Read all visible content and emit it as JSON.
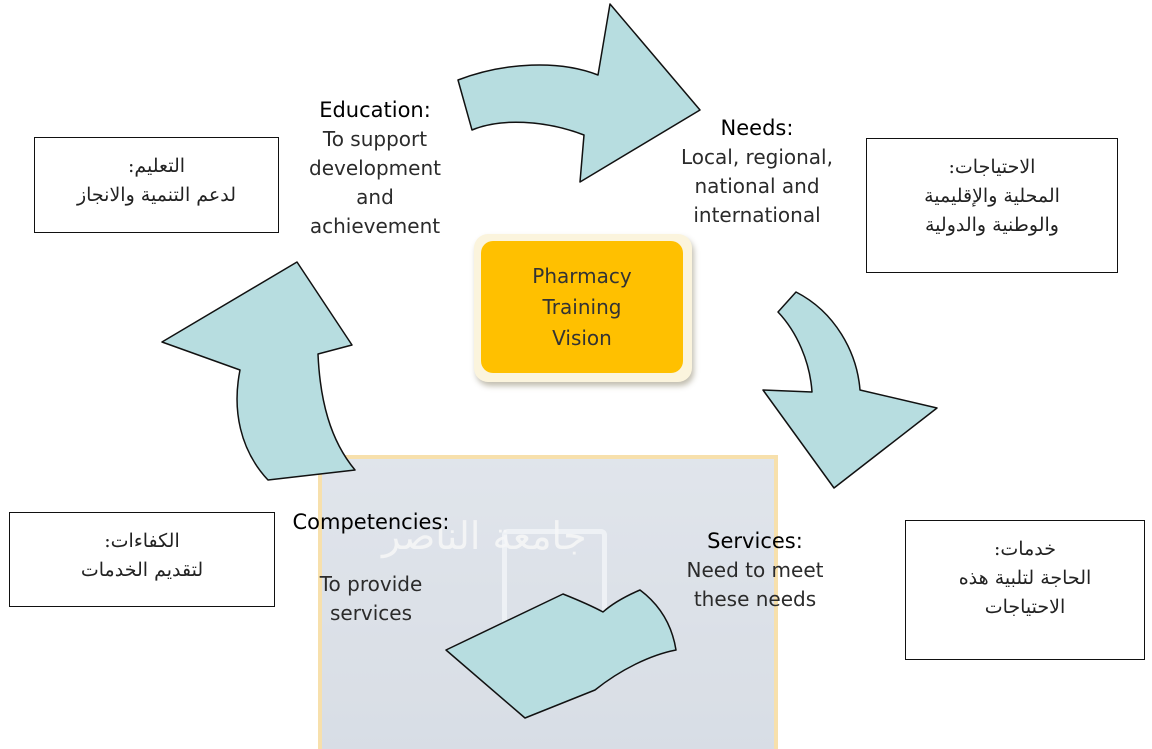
{
  "watermark": {
    "text": "جامعة الناصر"
  },
  "center": {
    "lines": [
      "Pharmacy",
      "Training",
      "Vision"
    ]
  },
  "education": {
    "heading": "Education:",
    "lines": [
      "To support",
      "development",
      "and",
      "achievement"
    ]
  },
  "needs": {
    "heading": "Needs:",
    "lines": [
      "Local, regional,",
      "national and",
      "international"
    ]
  },
  "services": {
    "heading": "Services:",
    "lines": [
      "Need to meet",
      "these needs"
    ]
  },
  "competencies": {
    "heading": "Competencies:",
    "lines": [
      "To provide",
      "services"
    ]
  },
  "ar_education": {
    "lines": [
      "التعليم:",
      "لدعم التنمية والانجاز"
    ]
  },
  "ar_needs": {
    "lines": [
      "الاحتياجات:",
      "المحلية والإقليمية",
      "والوطنية والدولية"
    ]
  },
  "ar_services": {
    "lines": [
      "خدمات:",
      "الحاجة لتلبية هذه",
      "الاحتياجات"
    ]
  },
  "ar_competencies": {
    "lines": [
      "الكفاءات:",
      "لتقديم الخدمات"
    ]
  },
  "colors": {
    "arrow_fill": "#b7dde0",
    "arrow_stroke": "#111111",
    "center_fill": "#ffc000"
  }
}
